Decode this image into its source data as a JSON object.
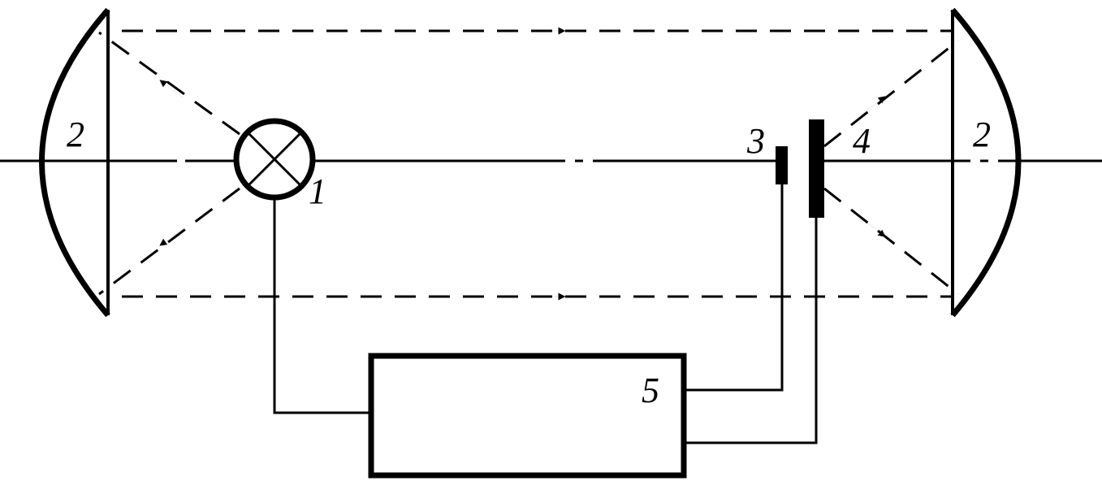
{
  "labels": {
    "lamp": "1",
    "mirror_left": "2",
    "mirror_right": "2",
    "detector": "3",
    "plate": "4",
    "unit": "5"
  },
  "colors": {
    "ink": "#000000",
    "background": "#ffffff"
  }
}
